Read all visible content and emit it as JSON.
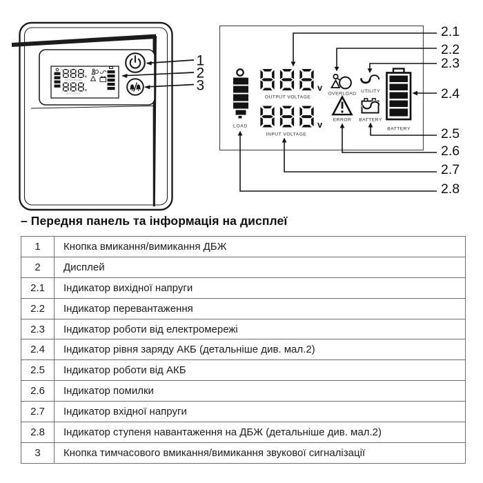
{
  "device_figure": {
    "callouts": [
      "1",
      "2",
      "3"
    ]
  },
  "display_figure": {
    "output_value": "888",
    "input_value": "888",
    "volt_unit": "v",
    "load_label": "LOAD",
    "output_label": "OUTPUT VOLTAGE",
    "input_label": "INPUT VOLTAGE",
    "overload_label": "OVERLOAD",
    "error_label": "ERROR",
    "utility_label": "UTILITY",
    "battery_small_label": "BATTERY",
    "battery_large_label": "BATTERY",
    "callouts": [
      "2.1",
      "2.2",
      "2.3",
      "2.4",
      "2.5",
      "2.6",
      "2.7",
      "2.8"
    ]
  },
  "heading": "– Передня панель та інформація на дисплеї",
  "table": {
    "rows": [
      {
        "num": "1",
        "desc": "Кнопка вмикання/вимикання ДБЖ"
      },
      {
        "num": "2",
        "desc": "Дисплей"
      },
      {
        "num": "2.1",
        "desc": "Індикатор вихідної напруги"
      },
      {
        "num": "2.2",
        "desc": "Індикатор перевантаження"
      },
      {
        "num": "2.3",
        "desc": "Індикатор роботи від електромережі"
      },
      {
        "num": "2.4",
        "desc": "Індикатор рівня заряду АКБ (детальніше див. мал.2)"
      },
      {
        "num": "2.5",
        "desc": "Індикатор роботи від АКБ"
      },
      {
        "num": "2.6",
        "desc": "Індикатор помилки"
      },
      {
        "num": "2.7",
        "desc": "Індикатор вхідної напруги"
      },
      {
        "num": "2.8",
        "desc": "Індикатор ступеня навантаження на ДБЖ (детальніше див. мал.2)"
      },
      {
        "num": "3",
        "desc": "Кнопка тимчасового вмикання/вимикання звукової сигналізації"
      }
    ]
  },
  "colors": {
    "ink": "#161616",
    "table_border": "#6d6d6d"
  }
}
